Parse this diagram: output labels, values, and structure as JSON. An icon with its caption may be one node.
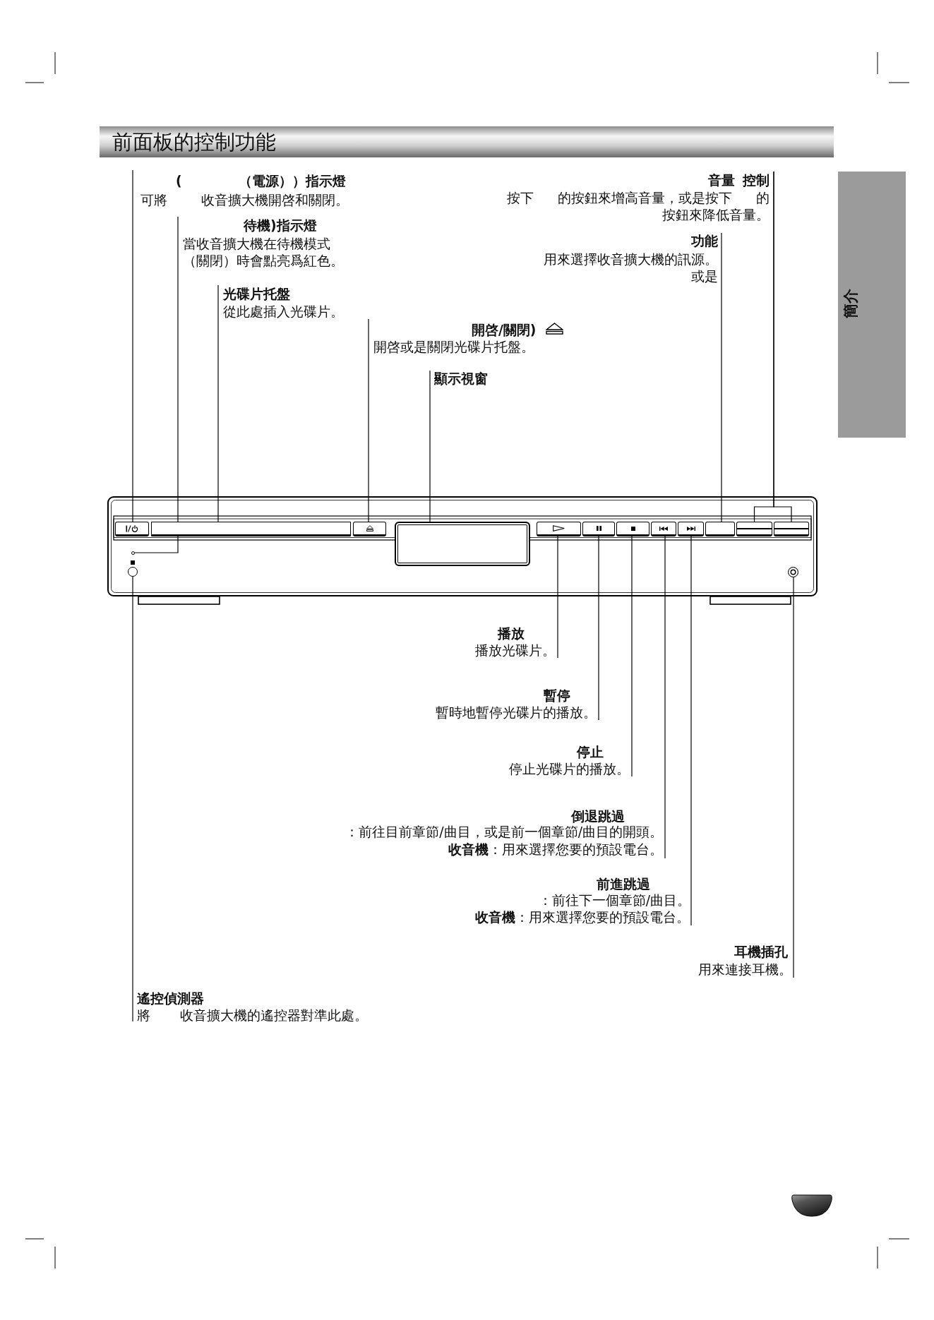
{
  "diagram": {
    "title": "前面板的控制功能",
    "nodes": [
      {
        "text": [
          "( （電源））指示燈",
          "可將 收音擴大機開啓和關閉。"
        ]
      },
      {
        "text": [
          "音量 控制",
          "按下 的按鈕來增高音量，或是按下 的按鈕來降低音量。"
        ]
      },
      {
        "text": [
          "待機)指示燈",
          "當收音擴大機在待機模式（關閉）時會點亮爲紅色。"
        ]
      },
      {
        "text": [
          "功能",
          "用來選擇收音擴大機的訊源。或是"
        ]
      },
      {
        "text": [
          "光碟片托盤",
          "從此處插入光碟片。"
        ]
      },
      {
        "text": [
          "開啓/關閉)",
          "開啓或是關閉光碟片托盤。"
        ]
      },
      {
        "text": [
          "顯示視窗"
        ]
      },
      {
        "text": [],
        "shape": "box"
      },
      {
        "text": [],
        "shape": "circle"
      },
      {
        "text": [],
        "shape": "circle"
      },
      {
        "text": [],
        "shape": "bar"
      },
      {
        "text": [],
        "shape": "box"
      },
      {
        "text": [],
        "shape": "box"
      },
      {
        "text": [],
        "shape": "box"
      },
      {
        "text": [],
        "shape": "box"
      },
      {
        "text": [],
        "shape": "box"
      },
      {
        "text": [],
        "shape": "box"
      },
      {
        "text": [],
        "shape": "box"
      },
      {
        "text": [],
        "shape": "box"
      },
      {
        "text": [],
        "shape": "box"
      },
      {
        "text": [],
        "shape": "box"
      },
      {
        "text": [],
        "shape": "circle"
      },
      {
        "text": [
          "播放",
          "播放光碟片。"
        ]
      },
      {
        "text": [
          "暫停",
          "暫時地暫停光碟片的播放。"
        ]
      },
      {
        "text": [
          "停止",
          "停止光碟片的播放。"
        ]
      },
      {
        "text": [
          "倒退跳過",
          "：前往目前章節/曲目，或是前一個章節/曲目的開頭。",
          "**收音機**：用來選擇您要的預設電台。"
        ]
      },
      {
        "text": [
          "前進跳過",
          "：前往下一個章節/曲目。",
          "**收音機**：用來選擇您要的預設電台。"
        ]
      },
      {
        "text": [
          "耳機插孔",
          "用來連接耳機。"
        ]
      },
      {
        "text": [
          "遙控偵測器",
          "將 收音擴大機的遙控器對準此處。"
        ]
      }
    ],
    "edges": [
      {
        "from": 0,
        "to": 7,
        "arrow": "none"
      },
      {
        "from": 1,
        "to": 19,
        "arrow": "none"
      },
      {
        "from": 1,
        "to": 20,
        "arrow": "none"
      },
      {
        "from": 2,
        "to": 8,
        "arrow": "none"
      },
      {
        "from": 3,
        "to": 18,
        "arrow": "none"
      },
      {
        "from": 4,
        "to": 10,
        "arrow": "none"
      },
      {
        "from": 5,
        "to": 11,
        "arrow": "none"
      },
      {
        "from": 6,
        "to": 12,
        "arrow": "none"
      },
      {
        "from": 22,
        "to": 13,
        "arrow": "none"
      },
      {
        "from": 23,
        "to": 14,
        "arrow": "none"
      },
      {
        "from": 24,
        "to": 15,
        "arrow": "none"
      },
      {
        "from": 25,
        "to": 16,
        "arrow": "none"
      },
      {
        "from": 26,
        "to": 17,
        "arrow": "none"
      },
      {
        "from": 27,
        "to": 21,
        "arrow": "none"
      },
      {
        "from": 28,
        "to": 9,
        "arrow": "none"
      }
    ],
    "labels": [
      "簡介"
    ]
  }
}
